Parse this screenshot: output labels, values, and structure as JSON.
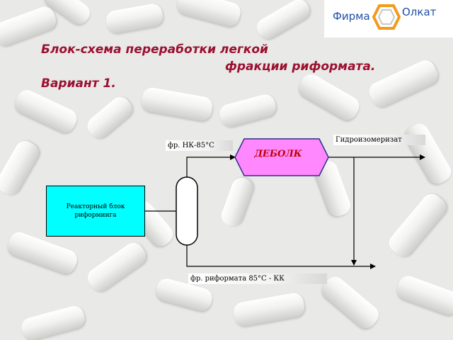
{
  "title": {
    "line1": "Блок-схема переработки легкой",
    "line2": "фракции риформата.",
    "line3": "Вариант 1."
  },
  "logo": {
    "left_text": "Фирма",
    "right_text": "Олкат"
  },
  "diagram": {
    "reactor_block": "Реакторный блок риформинга",
    "debolk_block": "ДЕБОЛК",
    "top_stream": "фр. НК-85°С",
    "product_stream": "Гидроизомеризат",
    "bottom_stream": "фр. риформата  85°С - КК"
  },
  "colors": {
    "title": "#9b1030",
    "reactor_fill": "#00ffff",
    "debolk_fill": "#ff88ff",
    "debolk_text": "#c00000",
    "logo_blue": "#1f4ea8",
    "logo_orange": "#f39a1c"
  }
}
